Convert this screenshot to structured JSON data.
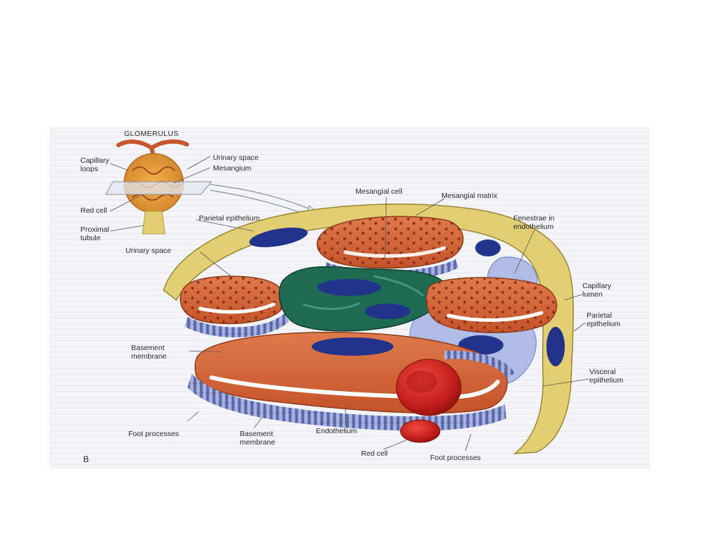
{
  "figure": {
    "title": "GLOMERULUS",
    "panel_letter": "B",
    "inset_labels": {
      "capillary_loops": "Capillary\nloops",
      "urinary_space": "Urinary space",
      "mesangium": "Mesangium",
      "red_cell": "Red cell",
      "proximal_tubule": "Proximal\ntubule"
    },
    "main_labels": {
      "parietal_epithelium_top": "Parietal epithelium",
      "urinary_space": "Urinary space",
      "mesangial_cell": "Mesangial cell",
      "mesangial_matrix": "Mesangial matrix",
      "fenestrae": "Fenestrae in\nendothelium",
      "capillary_lumen": "Capillary\nlumen",
      "parietal_epithelium_right": "Parietal\nepithelium",
      "visceral_epithelium": "Visceral\nepithelium",
      "basement_membrane_left": "Basement\nmembrane",
      "foot_processes_left": "Foot processes",
      "basement_membrane_bottom": "Basement\nmembrane",
      "endothelium": "Endothelium",
      "red_cell_bottom": "Red cell",
      "foot_processes_bottom": "Foot processes"
    },
    "colors": {
      "capsule": "#e3cf73",
      "capillary": "#d7673a",
      "capillary_dark": "#9c3a1f",
      "mesangium": "#1d6b52",
      "nucleus": "#22338c",
      "visceral_cell": "#aebce6",
      "foot_process": "#8591c9",
      "red_cell": "#c8201e"
    }
  }
}
